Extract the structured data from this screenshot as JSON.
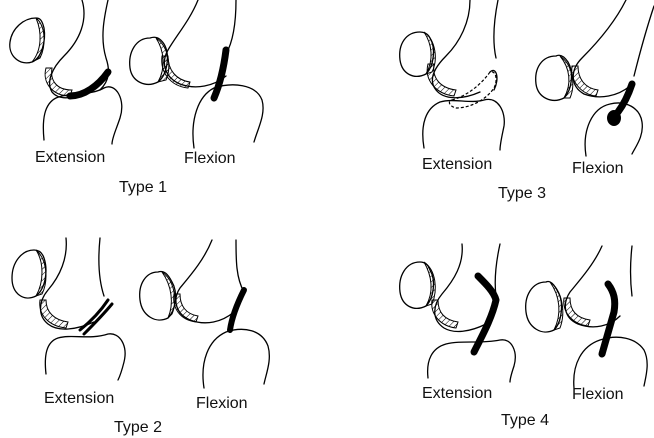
{
  "panels": [
    {
      "type_label": "Type 1",
      "left_label": "Extension",
      "right_label": "Flexion"
    },
    {
      "type_label": "Type 3",
      "left_label": "Extension",
      "right_label": "Flexion"
    },
    {
      "type_label": "Type 2",
      "left_label": "Extension",
      "right_label": "Flexion"
    },
    {
      "type_label": "Type 4",
      "left_label": "Extension",
      "right_label": "Flexion"
    }
  ],
  "colors": {
    "line": "#000000",
    "background": "#ffffff"
  }
}
